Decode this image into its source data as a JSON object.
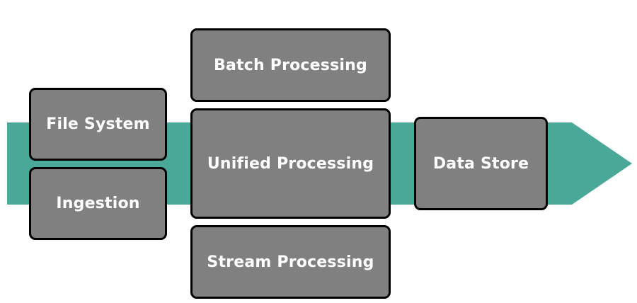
{
  "colors": {
    "arrow": "#4aa898",
    "box_fill": "#808080",
    "box_border": "#000000",
    "text": "#ffffff"
  },
  "nodes": {
    "file_system": "File System",
    "ingestion": "Ingestion",
    "batch_processing": "Batch Processing",
    "unified_processing": "Unified Processing",
    "stream_processing": "Stream Processing",
    "data_store": "Data Store"
  }
}
